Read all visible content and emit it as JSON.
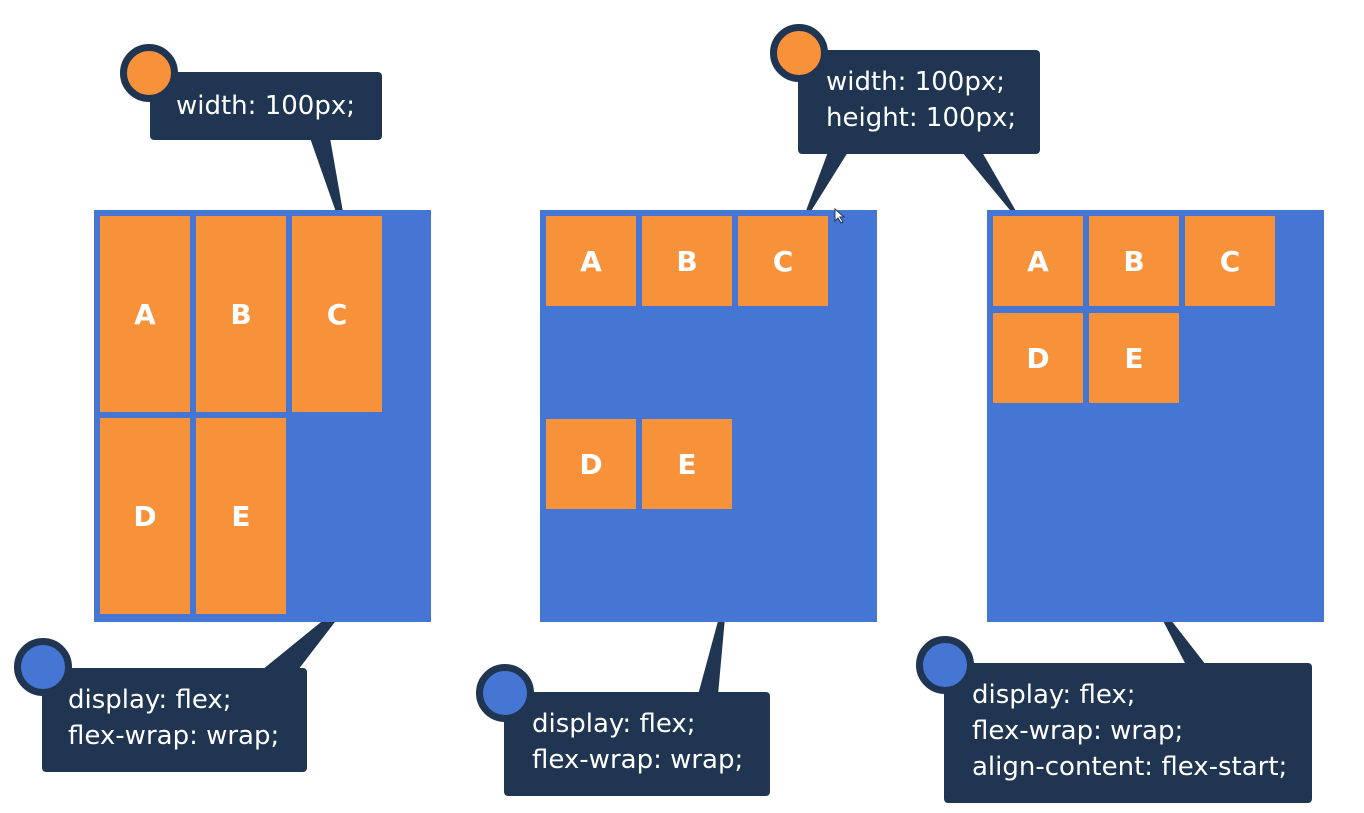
{
  "colors": {
    "container": "#4676d4",
    "item": "#f7923a",
    "bubble": "#1f3551",
    "item_text": "#ffffff"
  },
  "panel1": {
    "items": [
      "A",
      "B",
      "C",
      "D",
      "E"
    ],
    "top_note": [
      "width: 100px;"
    ],
    "bottom_note": [
      "display: flex;",
      "flex-wrap: wrap;"
    ]
  },
  "panel2": {
    "items": [
      "A",
      "B",
      "C",
      "D",
      "E"
    ],
    "top_note": [
      "width: 100px;",
      "height: 100px;"
    ],
    "bottom_note": [
      "display: flex;",
      "flex-wrap: wrap;"
    ]
  },
  "panel3": {
    "items": [
      "A",
      "B",
      "C",
      "D",
      "E"
    ],
    "bottom_note": [
      "display: flex;",
      "flex-wrap: wrap;",
      "align-content: flex-start;"
    ]
  },
  "icons": {
    "top_dot": "orange-circle-icon",
    "bottom_dot": "blue-circle-icon",
    "cursor": "mouse-cursor-icon"
  }
}
